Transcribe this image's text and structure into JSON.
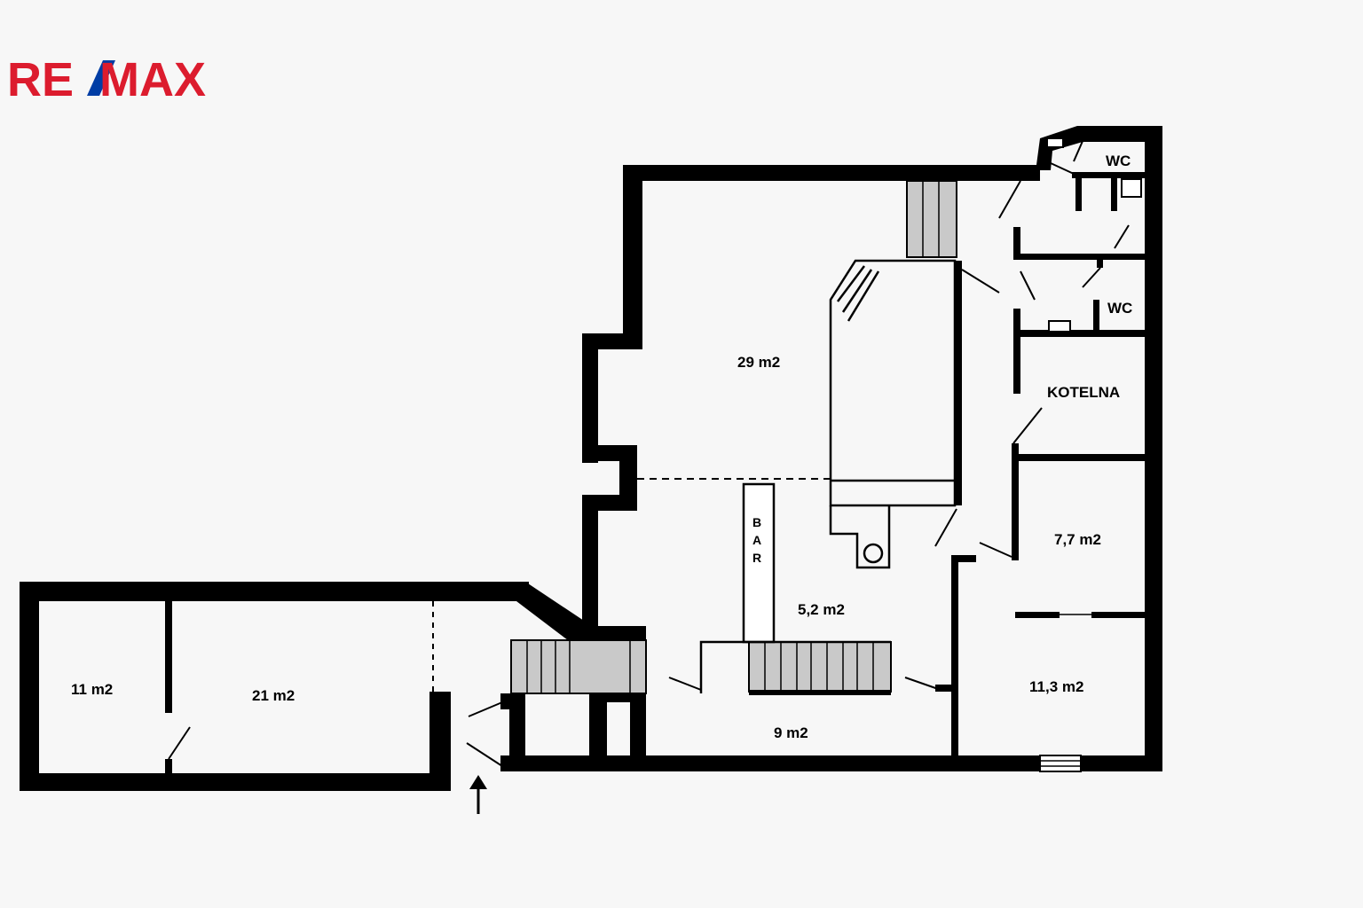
{
  "brand": {
    "logo_left": "RE",
    "logo_slash": "/",
    "logo_right": "MAX",
    "colors": {
      "red": "#dc1c2e",
      "blue": "#003da5"
    }
  },
  "rooms": {
    "main_hall": "29 m2",
    "bar_area": "5,2 m2",
    "lower_hall": "9 m2",
    "small_room": "11 m2",
    "medium_room": "21 m2",
    "room_right_top": "7,7 m2",
    "room_right_bottom": "11,3 m2",
    "boiler_room": "KOTELNA",
    "wc_top": "WC",
    "wc_bottom": "WC"
  },
  "bar": {
    "letters": [
      "B",
      "A",
      "R"
    ]
  },
  "entrance": {
    "icon": "arrow-up-icon"
  }
}
